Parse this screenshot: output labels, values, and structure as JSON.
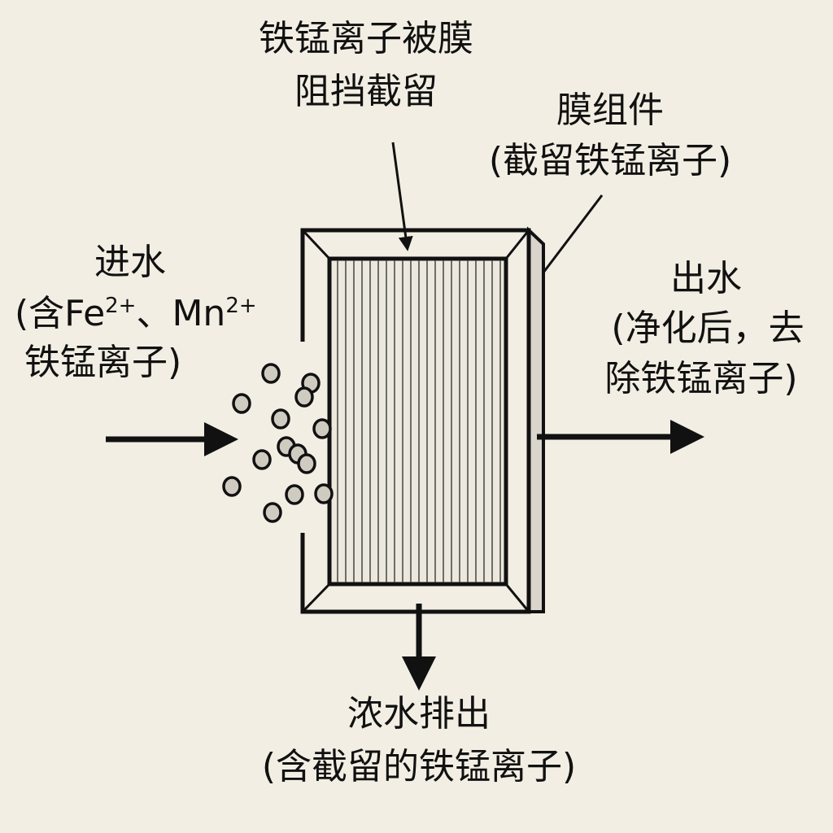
{
  "labels": {
    "blocked": [
      "铁锰离子被膜",
      "阻挡截留"
    ],
    "module": [
      "膜组件",
      "(截留铁锰离子)"
    ],
    "inlet": {
      "title": "进水",
      "line2_prefix": "(含Fe",
      "fe_charge": "2+",
      "sep": "、Mn",
      "mn_charge": "2+",
      "line3": "铁锰离子)"
    },
    "outlet": [
      "出水",
      "(净化后，去",
      "除铁锰离子)"
    ],
    "concentrate": [
      "浓水排出",
      "(含截留的铁锰离子)"
    ]
  },
  "colors": {
    "background": "#f2eee3",
    "ink": "#111111",
    "particle_fill": "#cfcbc0",
    "side_face": "#d9d5cc"
  }
}
